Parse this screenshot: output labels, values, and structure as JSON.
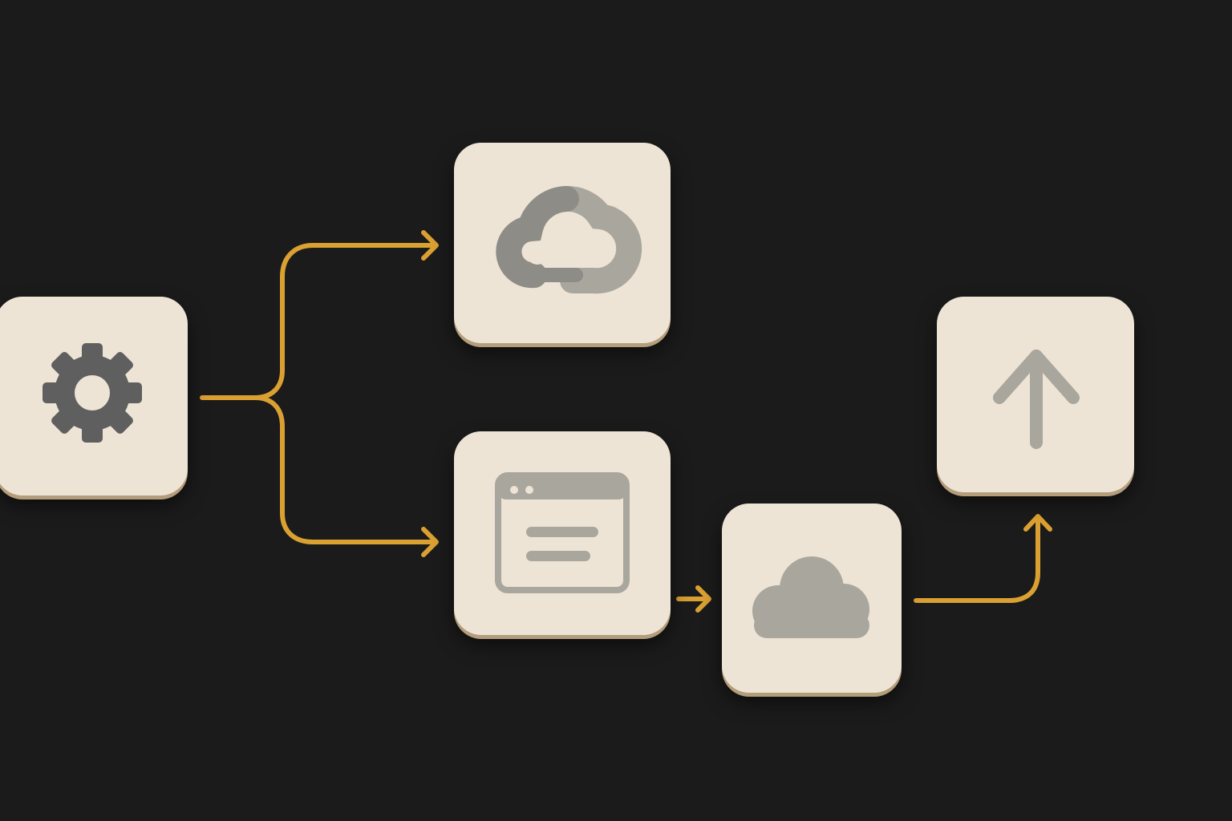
{
  "diagram": {
    "background_color": "#1b1b1b",
    "card_color": "#ede4d6",
    "card_edge_color": "#b49d7b",
    "connector_color": "#dba032",
    "icon_dark_color": "#5f5f5f",
    "icon_light_color": "#a9a69d",
    "nodes": [
      {
        "id": "settings",
        "icon": "gear-icon"
      },
      {
        "id": "google-cloud",
        "icon": "google-cloud-icon"
      },
      {
        "id": "web-app",
        "icon": "browser-window-icon"
      },
      {
        "id": "cloud",
        "icon": "cloud-icon"
      },
      {
        "id": "upload",
        "icon": "arrow-up-icon"
      }
    ],
    "edges": [
      {
        "from": "settings",
        "to": "google-cloud"
      },
      {
        "from": "settings",
        "to": "web-app"
      },
      {
        "from": "web-app",
        "to": "cloud"
      },
      {
        "from": "cloud",
        "to": "upload"
      }
    ]
  }
}
